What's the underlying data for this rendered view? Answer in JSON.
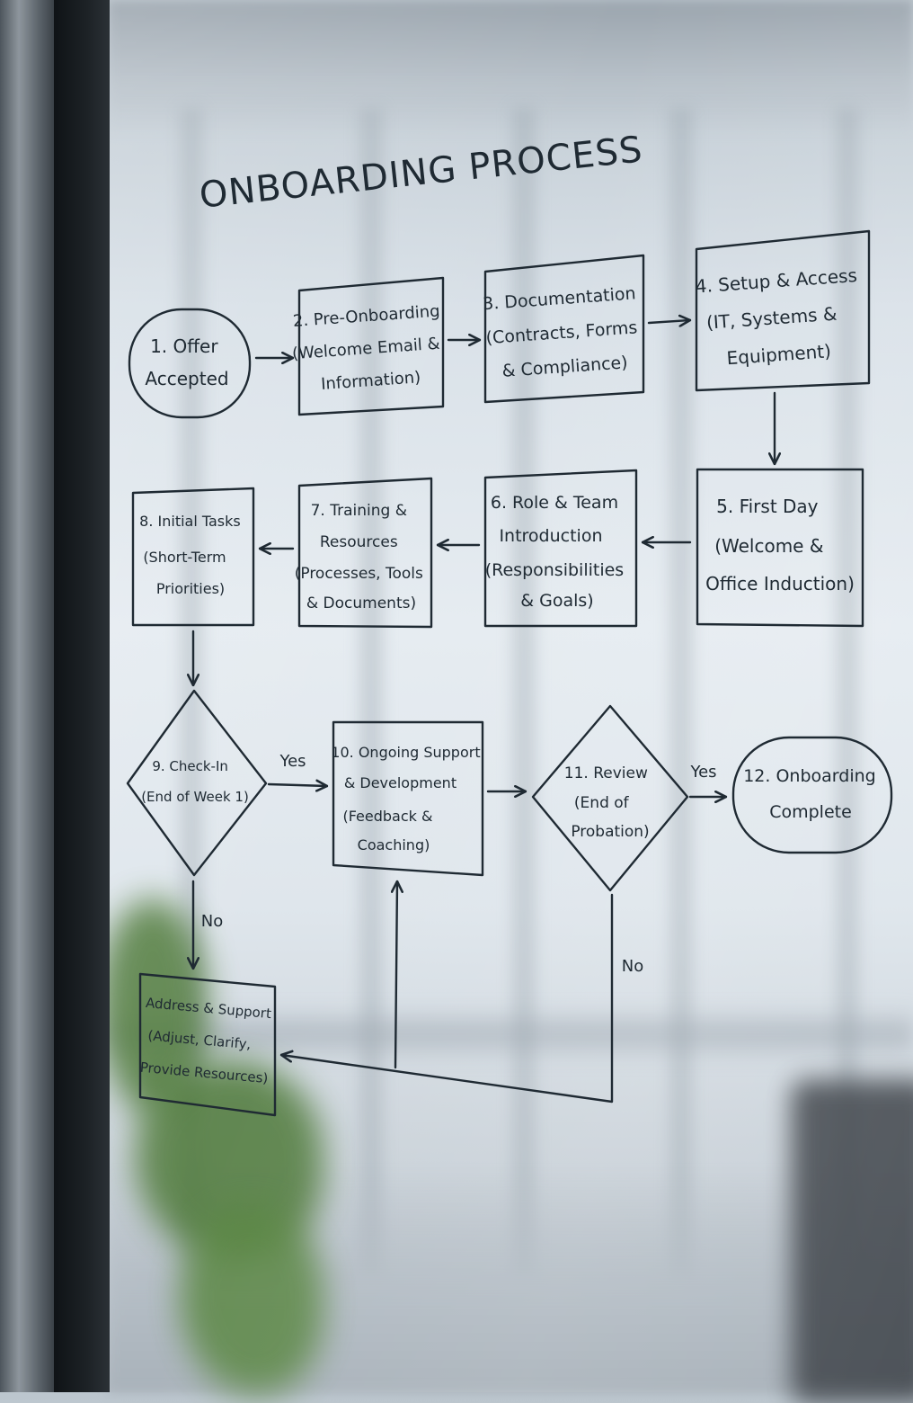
{
  "title": "ONBOARDING PROCESS",
  "nodes": {
    "n1": [
      "1. Offer",
      "Accepted"
    ],
    "n2": [
      "2. Pre-Onboarding",
      "(Welcome Email &",
      "Information)"
    ],
    "n3": [
      "3. Documentation",
      "(Contracts, Forms",
      "& Compliance)"
    ],
    "n4": [
      "4. Setup & Access",
      "(IT, Systems &",
      "Equipment)"
    ],
    "n5": [
      "5. First Day",
      "(Welcome &",
      "Office Induction)"
    ],
    "n6": [
      "6. Role & Team",
      "Introduction",
      "(Responsibilities",
      "& Goals)"
    ],
    "n7": [
      "7. Training &",
      "Resources",
      "(Processes, Tools",
      "& Documents)"
    ],
    "n8": [
      "8. Initial Tasks",
      "(Short-Term",
      "Priorities)"
    ],
    "n9": [
      "9. Check-In",
      "(End of Week 1)"
    ],
    "n10": [
      "10. Ongoing Support",
      "& Development",
      "(Feedback &",
      "Coaching)"
    ],
    "n11": [
      "11. Review",
      "(End of",
      "Probation)"
    ],
    "n12": [
      "12. Onboarding",
      "Complete"
    ],
    "nAddress": [
      "Address & Support",
      "(Adjust, Clarify,",
      "Provide Resources)"
    ]
  },
  "labels": {
    "yes9": "Yes",
    "no9": "No",
    "yes11": "Yes",
    "no11": "No"
  },
  "colors": {
    "ink": "#1f2a33"
  }
}
